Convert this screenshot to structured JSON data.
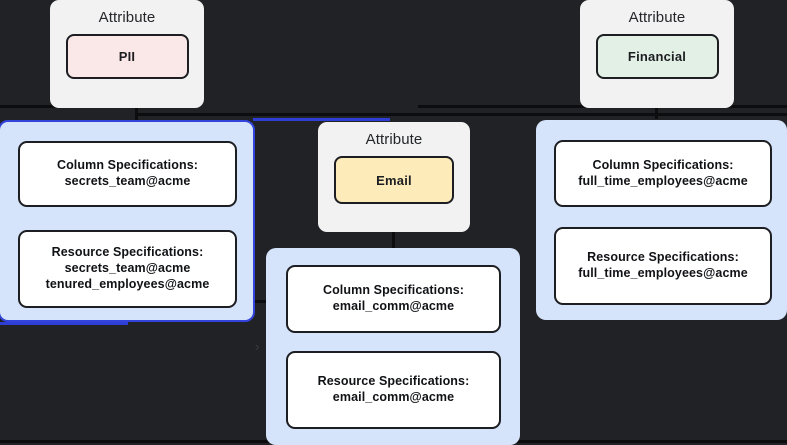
{
  "canvas": {
    "background_color": "#212226",
    "group_fill_color": "#d6e4fb",
    "selection_color": "#3344dd",
    "node_border_color": "#1d1e22",
    "edge_color": "#0d0d0f"
  },
  "attribute_cards": [
    {
      "id": "attr-pii",
      "title": "Attribute",
      "chip_label": "PII",
      "chip_color": "#fae8e8"
    },
    {
      "id": "attr-email",
      "title": "Attribute",
      "chip_label": "Email",
      "chip_color": "#fdecb9"
    },
    {
      "id": "attr-financial",
      "title": "Attribute",
      "chip_label": "Financial",
      "chip_color": "#e3f0e6"
    }
  ],
  "spec_groups": [
    {
      "id": "group-secrets-team",
      "selected": true,
      "nodes": [
        {
          "id": "col-spec-secrets-team",
          "lines": [
            "Column Specifications:",
            "secrets_team@acme"
          ]
        },
        {
          "id": "res-spec-secrets-team",
          "lines": [
            "Resource Specifications:",
            "secrets_team@acme",
            "tenured_employees@acme"
          ]
        }
      ]
    },
    {
      "id": "group-email-comm",
      "selected": false,
      "nodes": [
        {
          "id": "col-spec-email-comm",
          "lines": [
            "Column Specifications:",
            "email_comm@acme"
          ]
        },
        {
          "id": "res-spec-email-comm",
          "lines": [
            "Resource Specifications:",
            "email_comm@acme"
          ]
        }
      ]
    },
    {
      "id": "group-full-time-employees",
      "selected": false,
      "nodes": [
        {
          "id": "col-spec-full-time-employees",
          "lines": [
            "Column Specifications:",
            "full_time_employees@acme"
          ]
        },
        {
          "id": "res-spec-full-time-employees",
          "lines": [
            "Resource Specifications:",
            "full_time_employees@acme"
          ]
        }
      ]
    }
  ],
  "markers": {
    "collapse_chevron": "›"
  }
}
